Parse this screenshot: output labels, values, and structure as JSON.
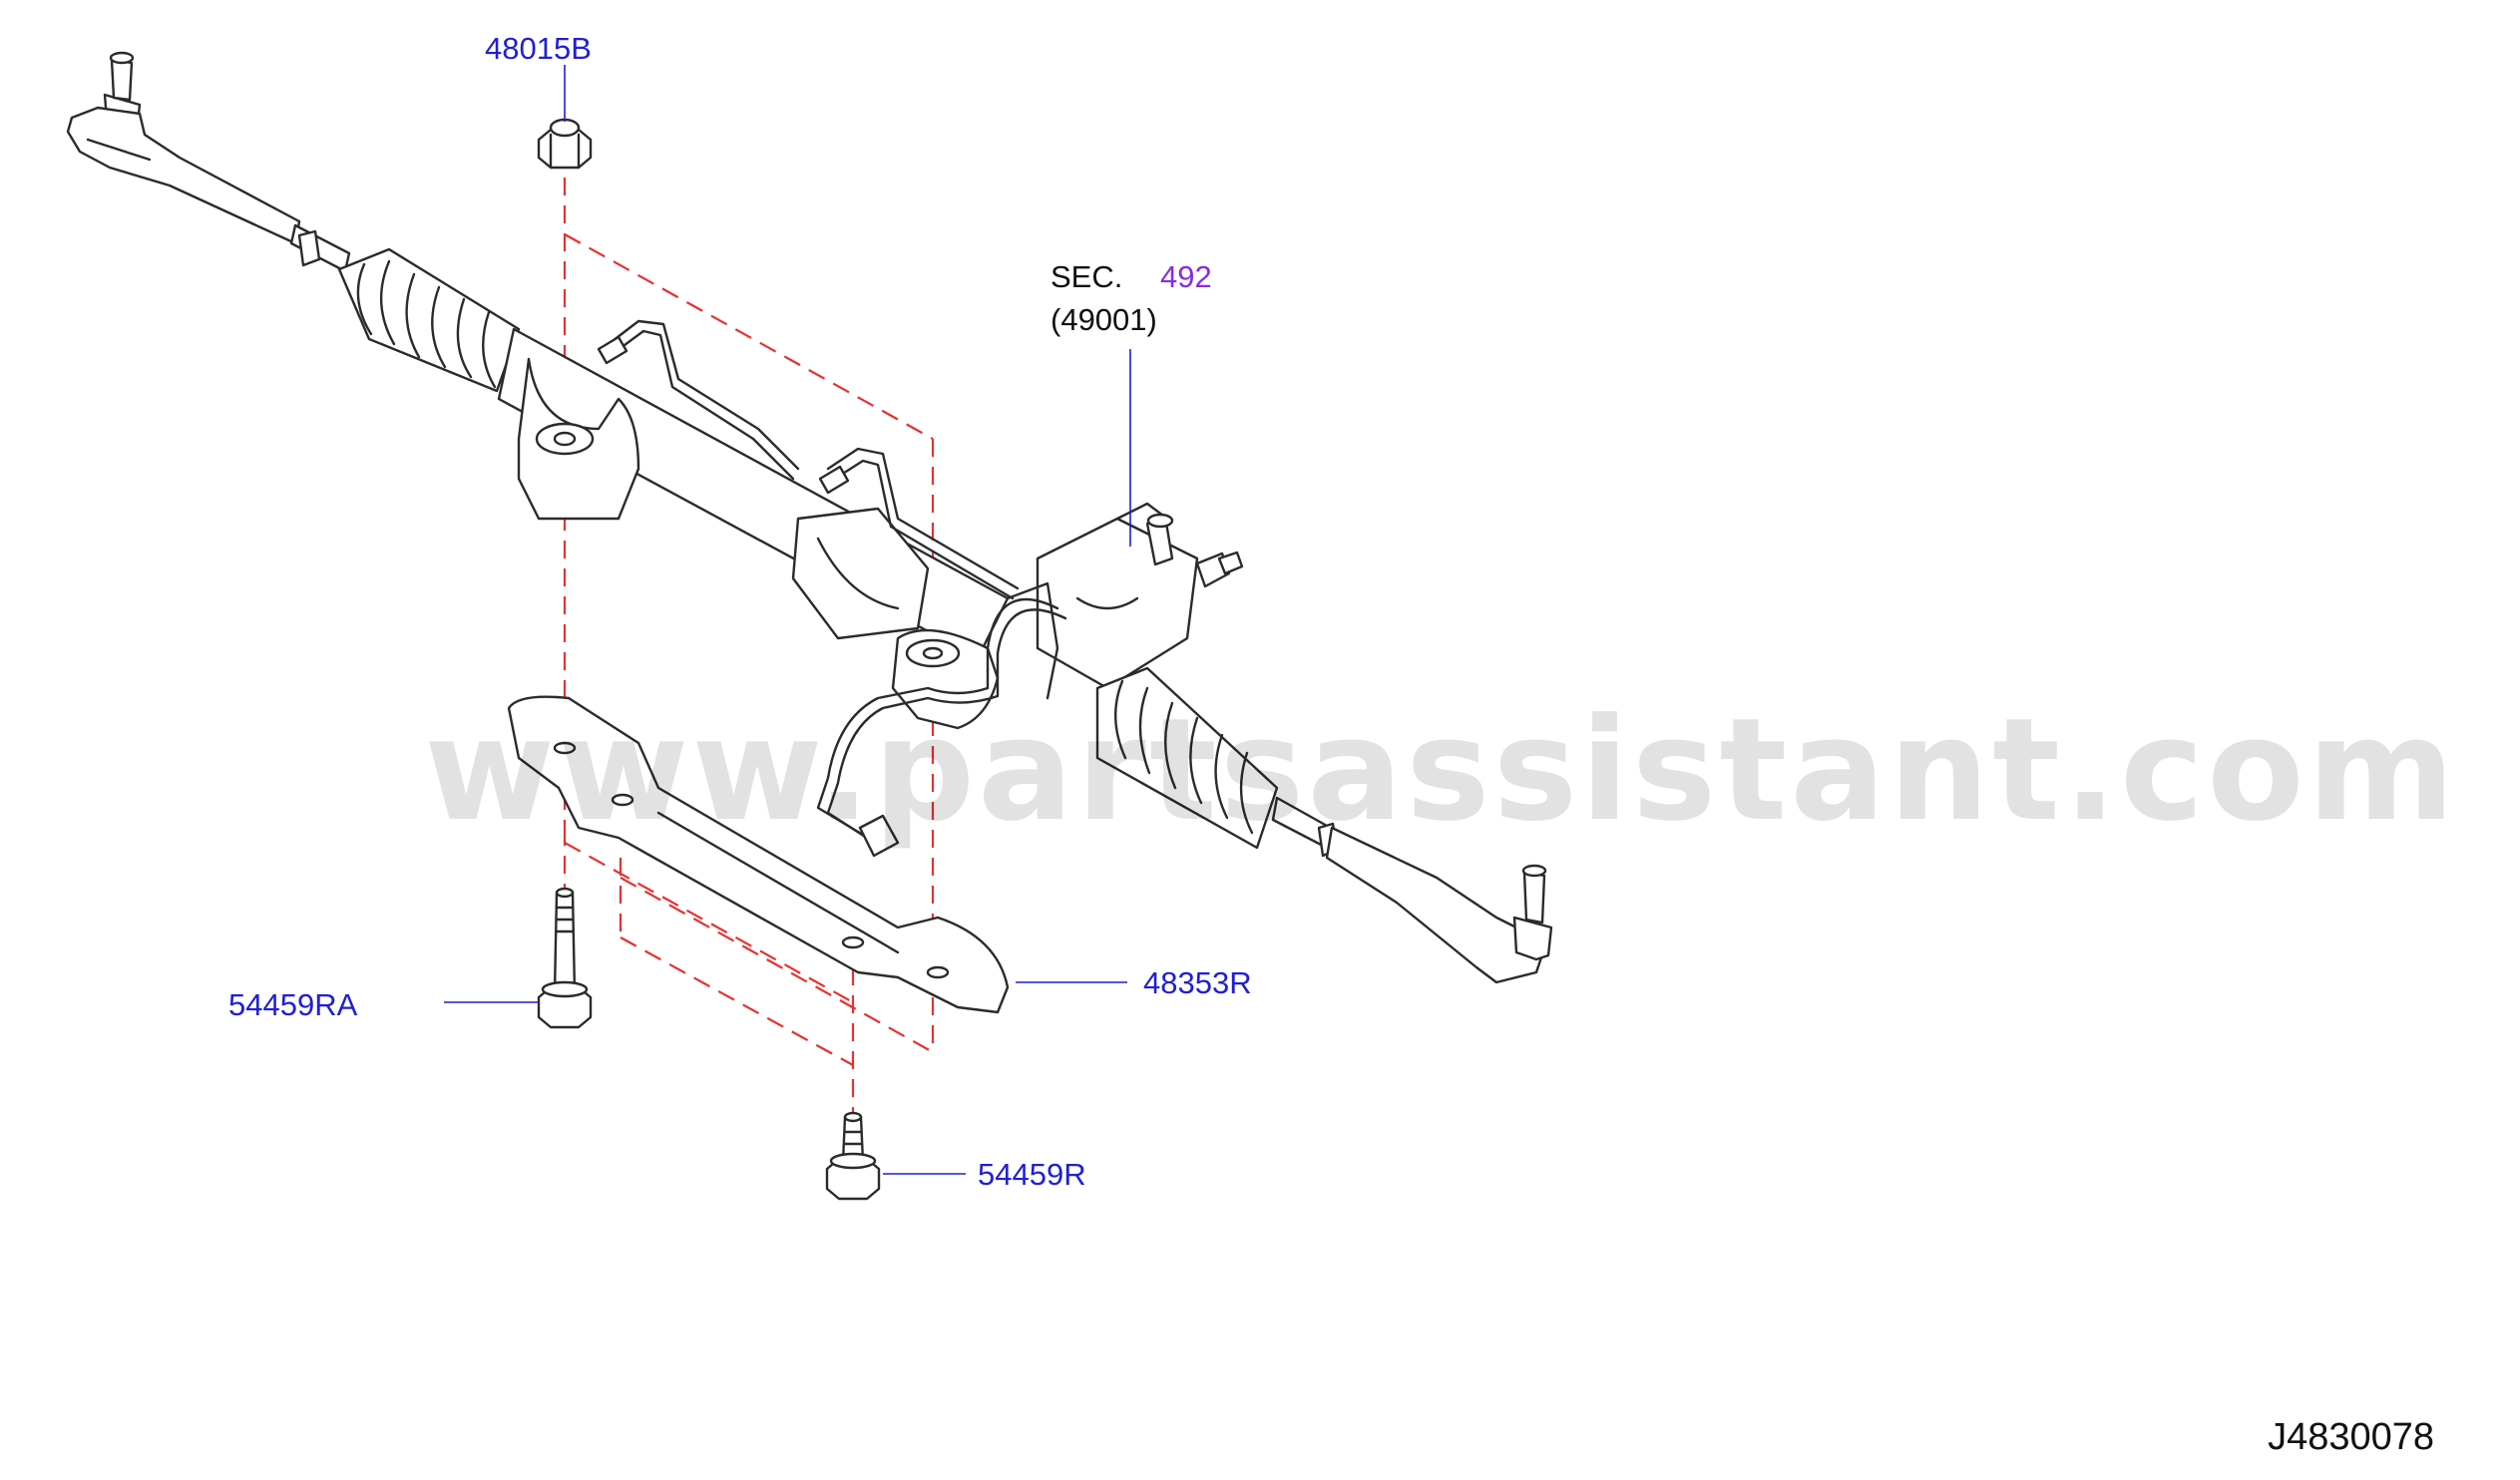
{
  "parts": {
    "nut": "48015B",
    "bracket": "48353R",
    "bolt_long": "54459RA",
    "bolt_short": "54459R"
  },
  "section_ref": {
    "prefix": "SEC.",
    "number": "492",
    "sub": "(49001)"
  },
  "watermark": "www.partsassistant.com",
  "diagram_id": "J4830078",
  "colors": {
    "part_label": "#1f1fd6",
    "section_link": "#8a2be2",
    "dashed_line": "#e83030",
    "outline": "#2b2b2b"
  }
}
